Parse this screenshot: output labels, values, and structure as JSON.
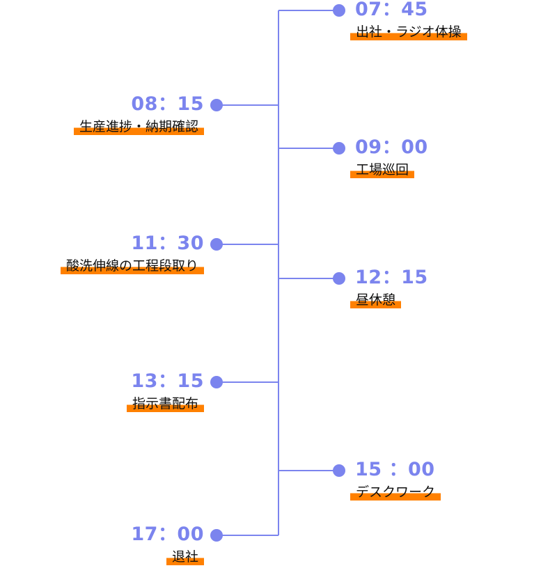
{
  "line_color": "#7b84ee",
  "highlight_color": "#ff8000",
  "events": [
    {
      "side": "right",
      "time": "07：45",
      "label": "出社・ラジオ体操"
    },
    {
      "side": "left",
      "time": "08：15",
      "label": "生産進捗・納期確認"
    },
    {
      "side": "right",
      "time": "09：00",
      "label": "工場巡回"
    },
    {
      "side": "left",
      "time": "11：30",
      "label": "酸洗伸線の工程段取り"
    },
    {
      "side": "right",
      "time": "12：15",
      "label": "昼休憩"
    },
    {
      "side": "left",
      "time": "13：15",
      "label": "指示書配布"
    },
    {
      "side": "right",
      "time": "15 ：00",
      "label": "デスクワーク"
    },
    {
      "side": "left",
      "time": "17：00",
      "label": "退社"
    }
  ]
}
